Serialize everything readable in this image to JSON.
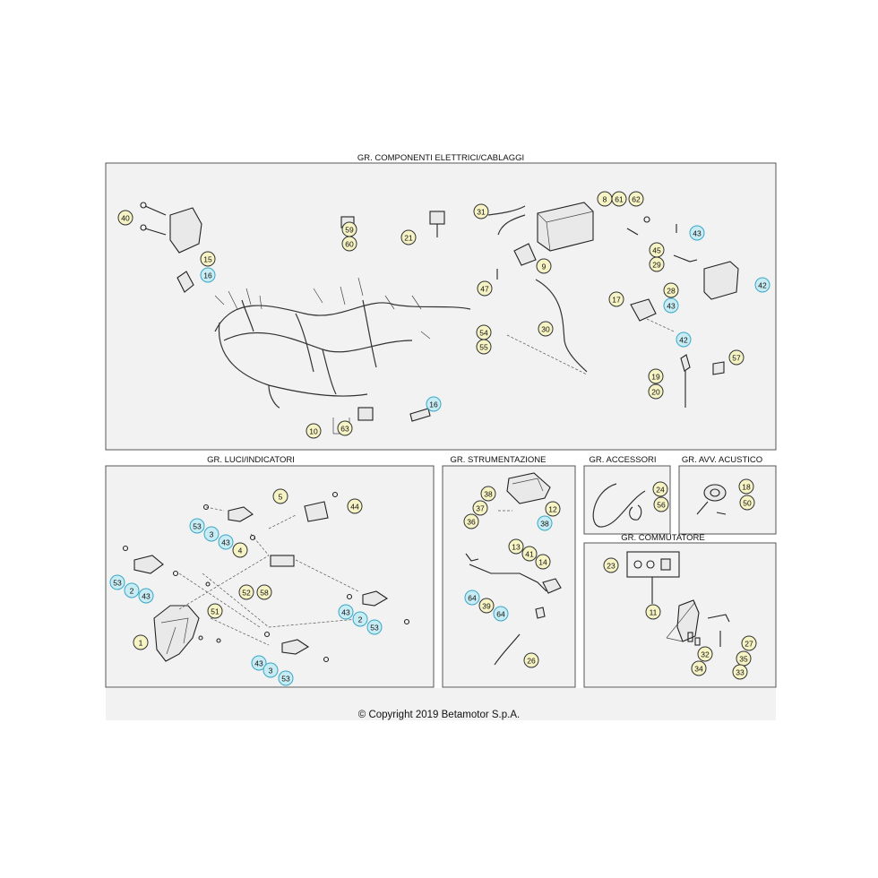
{
  "sections": {
    "electrical": "GR. COMPONENTI ELETTRICI/CABLAGGI",
    "lights": "GR. LUCI/INDICATORI",
    "instruments": "GR. STRUMENTAZIONE",
    "accessories": "GR. ACCESSORI",
    "horn": "GR. AVV. ACUSTICO",
    "switch": "GR. COMMUTATORE"
  },
  "copyright": "© Copyright 2019 Betamotor S.p.A.",
  "colors": {
    "yellow_callout": "#f6f3c4",
    "blue_callout": "#c7ecf3",
    "blue_ring": "#3aa7c8",
    "panel_bg": "#f2f2f2"
  },
  "callouts": [
    {
      "label": "40",
      "c": "y"
    },
    {
      "label": "15",
      "c": "y"
    },
    {
      "label": "16",
      "c": "b"
    },
    {
      "label": "59",
      "c": "y"
    },
    {
      "label": "60",
      "c": "y"
    },
    {
      "label": "21",
      "c": "y"
    },
    {
      "label": "31",
      "c": "y"
    },
    {
      "label": "8",
      "c": "y"
    },
    {
      "label": "61",
      "c": "y"
    },
    {
      "label": "62",
      "c": "y"
    },
    {
      "label": "43",
      "c": "b"
    },
    {
      "label": "45",
      "c": "y"
    },
    {
      "label": "29",
      "c": "y"
    },
    {
      "label": "9",
      "c": "y"
    },
    {
      "label": "47",
      "c": "y"
    },
    {
      "label": "28",
      "c": "y"
    },
    {
      "label": "42",
      "c": "b"
    },
    {
      "label": "17",
      "c": "y"
    },
    {
      "label": "43",
      "c": "b"
    },
    {
      "label": "30",
      "c": "y"
    },
    {
      "label": "54",
      "c": "y"
    },
    {
      "label": "55",
      "c": "y"
    },
    {
      "label": "42",
      "c": "b"
    },
    {
      "label": "57",
      "c": "y"
    },
    {
      "label": "19",
      "c": "y"
    },
    {
      "label": "20",
      "c": "y"
    },
    {
      "label": "16",
      "c": "b"
    },
    {
      "label": "10",
      "c": "y"
    },
    {
      "label": "63",
      "c": "y"
    },
    {
      "label": "5",
      "c": "y"
    },
    {
      "label": "44",
      "c": "y"
    },
    {
      "label": "53",
      "c": "b"
    },
    {
      "label": "3",
      "c": "b"
    },
    {
      "label": "43",
      "c": "b"
    },
    {
      "label": "4",
      "c": "y"
    },
    {
      "label": "53",
      "c": "b"
    },
    {
      "label": "2",
      "c": "b"
    },
    {
      "label": "43",
      "c": "b"
    },
    {
      "label": "52",
      "c": "y"
    },
    {
      "label": "58",
      "c": "y"
    },
    {
      "label": "51",
      "c": "y"
    },
    {
      "label": "43",
      "c": "b"
    },
    {
      "label": "2",
      "c": "b"
    },
    {
      "label": "53",
      "c": "b"
    },
    {
      "label": "1",
      "c": "y"
    },
    {
      "label": "43",
      "c": "b"
    },
    {
      "label": "3",
      "c": "b"
    },
    {
      "label": "53",
      "c": "b"
    },
    {
      "label": "38",
      "c": "y"
    },
    {
      "label": "37",
      "c": "y"
    },
    {
      "label": "36",
      "c": "y"
    },
    {
      "label": "12",
      "c": "y"
    },
    {
      "label": "38",
      "c": "b"
    },
    {
      "label": "13",
      "c": "y"
    },
    {
      "label": "41",
      "c": "y"
    },
    {
      "label": "14",
      "c": "y"
    },
    {
      "label": "64",
      "c": "b"
    },
    {
      "label": "39",
      "c": "y"
    },
    {
      "label": "64",
      "c": "b"
    },
    {
      "label": "26",
      "c": "y"
    },
    {
      "label": "24",
      "c": "y"
    },
    {
      "label": "56",
      "c": "y"
    },
    {
      "label": "18",
      "c": "y"
    },
    {
      "label": "50",
      "c": "y"
    },
    {
      "label": "23",
      "c": "y"
    },
    {
      "label": "11",
      "c": "y"
    },
    {
      "label": "32",
      "c": "y"
    },
    {
      "label": "27",
      "c": "y"
    },
    {
      "label": "35",
      "c": "y"
    },
    {
      "label": "34",
      "c": "y"
    },
    {
      "label": "33",
      "c": "y"
    }
  ]
}
